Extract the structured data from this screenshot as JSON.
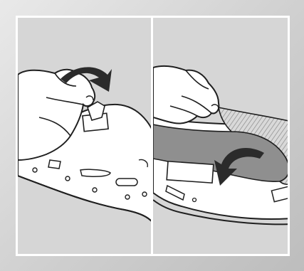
{
  "figure": {
    "panels": [
      {
        "id": "left",
        "step": "unhook-tab",
        "arrow": "curved-clockwise",
        "illustration": "hand-pulling-tab-hand-icon"
      },
      {
        "id": "right",
        "step": "peel-pad",
        "arrow": "curved-down-left",
        "illustration": "hand-peeling-pad-hand-icon"
      }
    ],
    "colors": {
      "background": "#d6d6d6",
      "frame": "#c8c8c8",
      "device": "#ffffff",
      "pad": "#8f8f8f",
      "arrow": "#2b2b2b",
      "line": "#1f1f1f"
    }
  }
}
